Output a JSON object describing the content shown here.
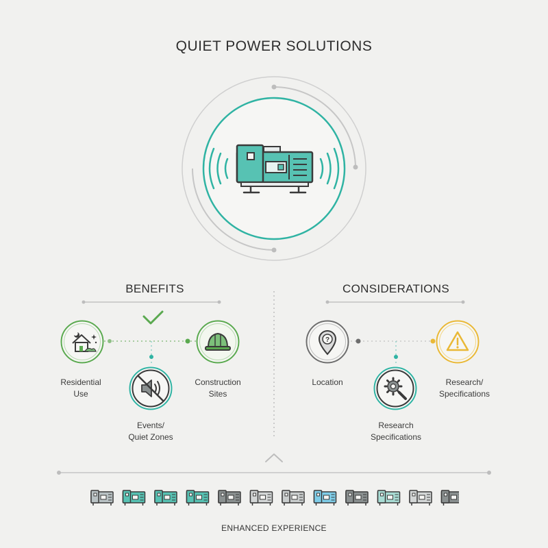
{
  "title": "QUIET POWER SOLUTIONS",
  "benefits": {
    "title": "BENEFITS",
    "items": [
      {
        "label_line1": "Residential",
        "label_line2": "Use",
        "icon": "house-icon"
      },
      {
        "label_line1": "Events/",
        "label_line2": "Quiet Zones",
        "icon": "muted-speaker-icon"
      },
      {
        "label_line1": "Construction",
        "label_line2": "Sites",
        "icon": "hard-hat-icon"
      }
    ],
    "check_icon": "checkmark-icon"
  },
  "considerations": {
    "title": "CONSIDERATIONS",
    "items": [
      {
        "label_line1": "Location",
        "label_line2": "",
        "icon": "location-pin-icon"
      },
      {
        "label_line1": "Research",
        "label_line2": "Specifications",
        "icon": "gear-magnifier-icon"
      },
      {
        "label_line1": "Research/",
        "label_line2": "Specifications",
        "icon": "warning-icon"
      }
    ]
  },
  "hero_icon": "generator-icon",
  "footer": {
    "label": "ENHANCED EXPERIENCE",
    "up_icon": "chevron-up-icon",
    "strip_count": 12
  },
  "colors": {
    "teal": "#2fb3a3",
    "green": "#5aa94f",
    "amber": "#e9b836",
    "gray": "#9c9c9c",
    "dark": "#3a3a3a"
  }
}
